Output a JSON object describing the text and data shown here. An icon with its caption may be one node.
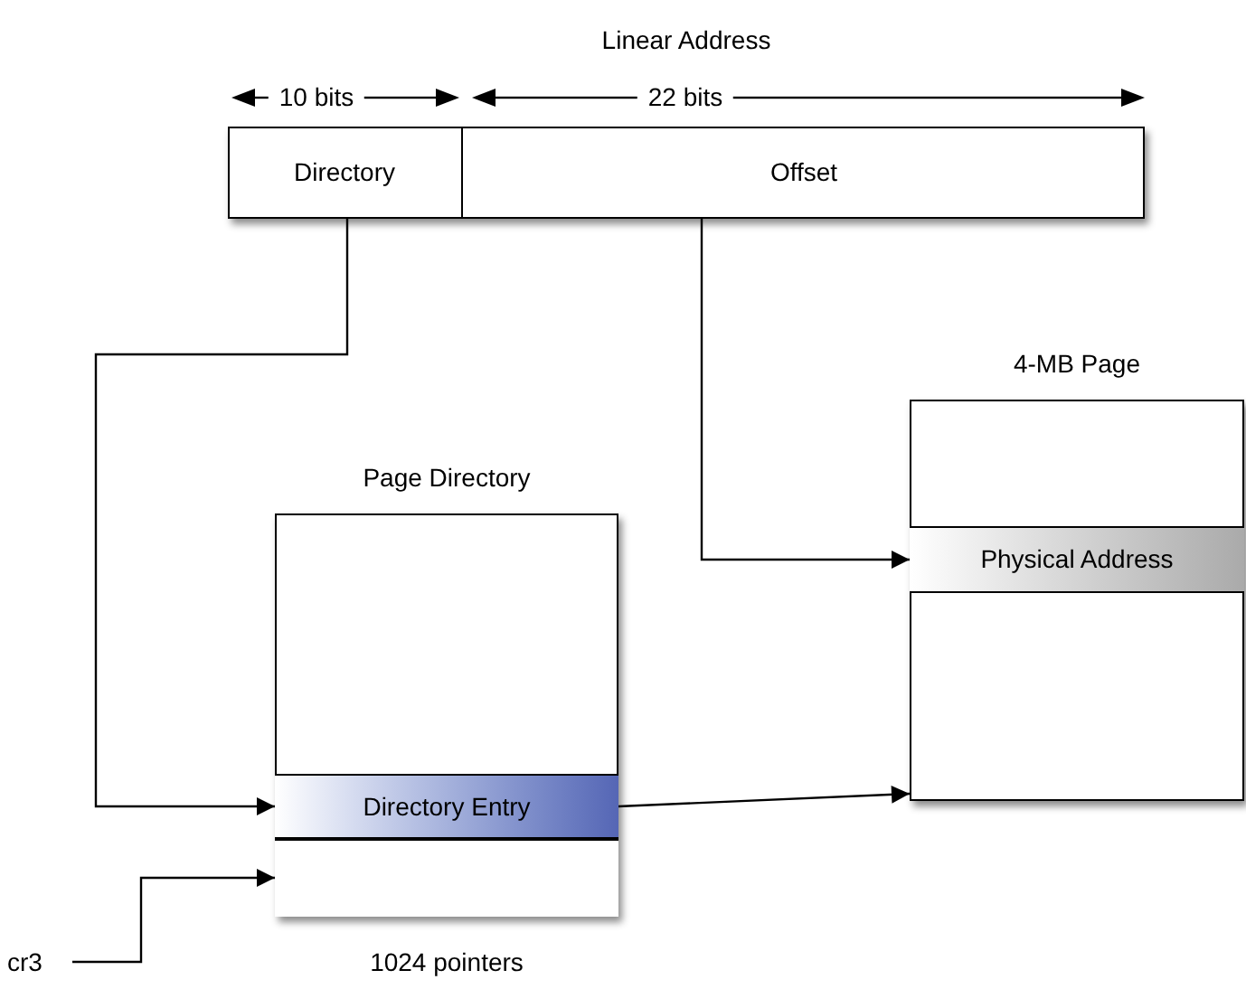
{
  "diagram": {
    "nodes": [
      {
        "text": [
          "Linear Address"
        ]
      },
      {
        "text": [
          "Directory"
        ],
        "in": 0
      },
      {
        "text": [
          "Offset"
        ],
        "in": 0
      },
      {
        "text": [
          "Page Directory"
        ],
        "beside": [
          "1024 pointers"
        ]
      },
      {
        "text": [
          "Directory Entry"
        ],
        "in": 3
      },
      {
        "text": [],
        "shape": "box",
        "in": 3
      },
      {
        "text": [
          "4-MB Page"
        ]
      },
      {
        "text": [
          "Physical Address"
        ],
        "in": 6
      },
      {
        "text": [
          "cr3"
        ]
      }
    ],
    "edges": [
      {
        "from": 1,
        "to": 4,
        "arrow": "to"
      },
      {
        "from": 2,
        "to": 7,
        "arrow": "to"
      },
      {
        "from": 4,
        "to": 6,
        "arrow": "to"
      },
      {
        "from": 8,
        "to": 5,
        "arrow": "to"
      }
    ],
    "labels": [
      "10 bits",
      "22 bits"
    ]
  }
}
